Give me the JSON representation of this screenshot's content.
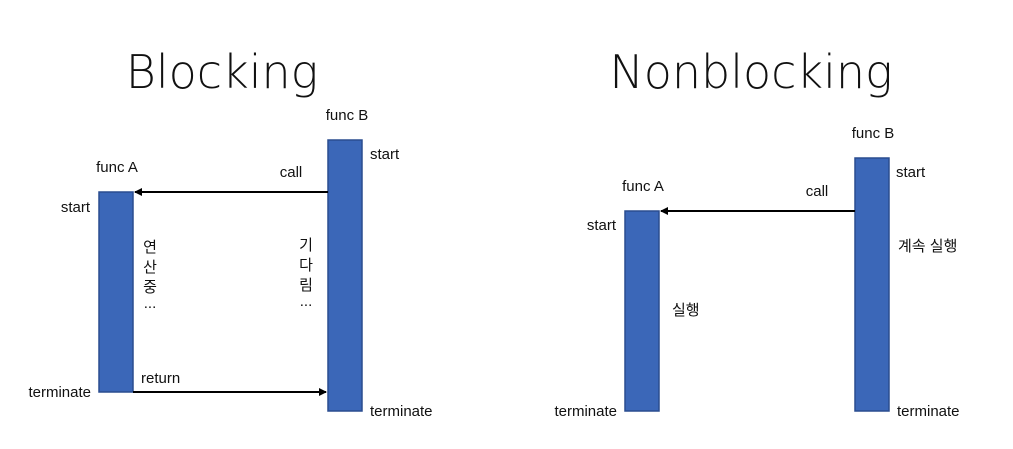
{
  "blocking": {
    "title": "Blocking",
    "func_a": {
      "name": "func A",
      "start": "start",
      "end": "terminate",
      "note": [
        "연",
        "산",
        "중",
        "..."
      ]
    },
    "func_b": {
      "name": "func B",
      "start": "start",
      "end": "terminate",
      "note": [
        "기",
        "다",
        "림",
        "..."
      ]
    },
    "call_label": "call",
    "return_label": "return"
  },
  "nonblocking": {
    "title": "Nonblocking",
    "func_a": {
      "name": "func A",
      "start": "start",
      "end": "terminate",
      "note": "실행"
    },
    "func_b": {
      "name": "func B",
      "start": "start",
      "end": "terminate",
      "note": "계속 실행"
    },
    "call_label": "call"
  },
  "colors": {
    "bar": "#3b67b8",
    "arrow": "#000000"
  }
}
